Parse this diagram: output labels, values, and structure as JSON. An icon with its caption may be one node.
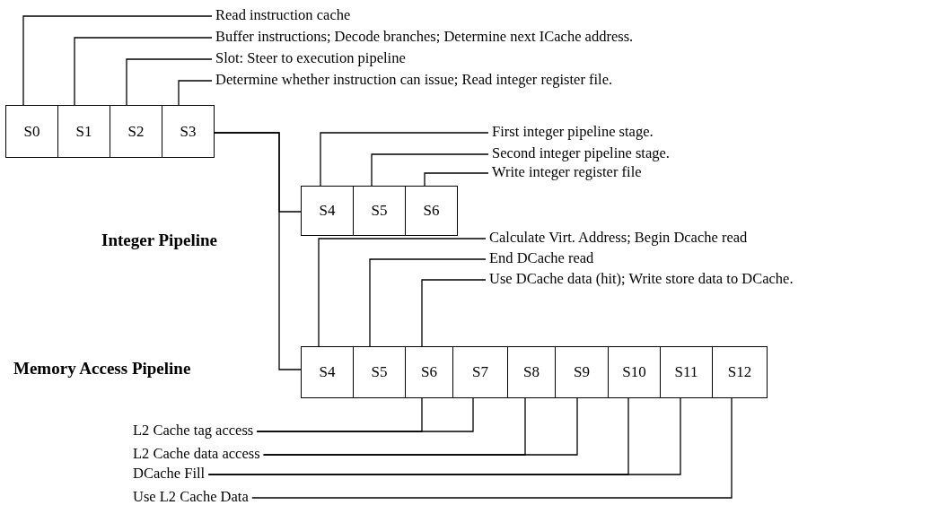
{
  "diagram": {
    "nodes": [
      {
        "text": [
          "Read instruction cache"
        ]
      },
      {
        "text": [
          "Buffer instructions; Decode branches; Determine next ICache address."
        ]
      },
      {
        "text": [
          "Slot: Steer to execution pipeline"
        ]
      },
      {
        "text": [
          "Determine whether instruction can issue; Read integer register file."
        ]
      },
      {
        "text": [
          "S0"
        ]
      },
      {
        "text": [
          "S1"
        ]
      },
      {
        "text": [
          "S2"
        ]
      },
      {
        "text": [
          "S3"
        ]
      },
      {
        "text": [
          "First integer pipeline stage."
        ]
      },
      {
        "text": [
          "Second integer pipeline stage."
        ]
      },
      {
        "text": [
          "Write integer register file"
        ]
      },
      {
        "text": [
          "S4"
        ]
      },
      {
        "text": [
          "S5"
        ]
      },
      {
        "text": [
          "S6"
        ]
      },
      {
        "text": [
          "Calculate Virt. Address; Begin Dcache read"
        ]
      },
      {
        "text": [
          "End DCache read"
        ]
      },
      {
        "text": [
          "Use DCache data (hit); Write store data to DCache."
        ]
      },
      {
        "text": [
          "S4"
        ]
      },
      {
        "text": [
          "S5"
        ]
      },
      {
        "text": [
          "S6"
        ]
      },
      {
        "text": [
          "S7"
        ]
      },
      {
        "text": [
          "S8"
        ]
      },
      {
        "text": [
          "S9"
        ]
      },
      {
        "text": [
          "S10"
        ]
      },
      {
        "text": [
          "S11"
        ]
      },
      {
        "text": [
          "S12"
        ]
      },
      {
        "text": [
          "L2 Cache tag access"
        ]
      },
      {
        "text": [
          "L2 Cache data access"
        ]
      },
      {
        "text": [
          "DCache Fill"
        ]
      },
      {
        "text": [
          "Use L2 Cache Data"
        ]
      }
    ],
    "edges": [
      {
        "from": 0,
        "to": 4,
        "arrow": "none"
      },
      {
        "from": 1,
        "to": 5,
        "arrow": "none"
      },
      {
        "from": 2,
        "to": 6,
        "arrow": "none"
      },
      {
        "from": 3,
        "to": 7,
        "arrow": "none"
      },
      {
        "from": 7,
        "to": 11,
        "arrow": "none"
      },
      {
        "from": 7,
        "to": 17,
        "arrow": "none"
      },
      {
        "from": 8,
        "to": 11,
        "arrow": "none"
      },
      {
        "from": 9,
        "to": 12,
        "arrow": "none"
      },
      {
        "from": 10,
        "to": 13,
        "arrow": "none"
      },
      {
        "from": 14,
        "to": 17,
        "arrow": "none"
      },
      {
        "from": 15,
        "to": 18,
        "arrow": "none"
      },
      {
        "from": 16,
        "to": 19,
        "arrow": "none"
      },
      {
        "from": 26,
        "to": 19,
        "arrow": "none"
      },
      {
        "from": 26,
        "to": 20,
        "arrow": "none"
      },
      {
        "from": 27,
        "to": 21,
        "arrow": "none"
      },
      {
        "from": 27,
        "to": 22,
        "arrow": "none"
      },
      {
        "from": 28,
        "to": 23,
        "arrow": "none"
      },
      {
        "from": 28,
        "to": 24,
        "arrow": "none"
      },
      {
        "from": 29,
        "to": 25,
        "arrow": "none"
      }
    ],
    "labels": [
      "Integer Pipeline",
      "Memory Access Pipeline"
    ]
  }
}
